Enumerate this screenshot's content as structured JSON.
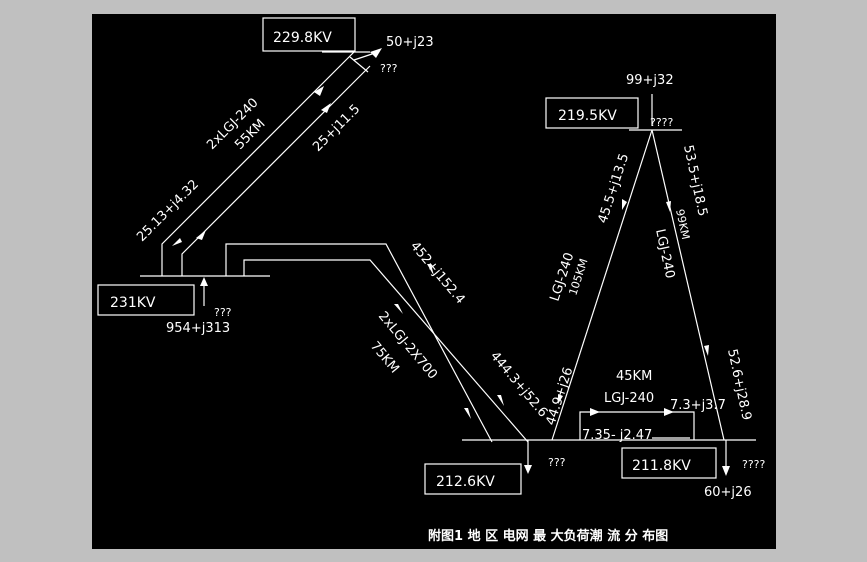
{
  "buses": {
    "b1": "229.8KV",
    "b2": "219.5KV",
    "b3": "231KV",
    "b4": "212.6KV",
    "b5": "211.8KV"
  },
  "flows": {
    "f_top_load": "50+j23",
    "f_top_q": "???",
    "f_line1_a": "25.13+j4.32",
    "f_line1_name": "2xLGJ-240",
    "f_line1_len": "55KM",
    "f_line1_b": "25+j11.5",
    "f_gen231": "954+j313",
    "f_gen231_q": "???",
    "f_line2_a": "452+j152.4",
    "f_line2_name": "2xLGJ-2X700",
    "f_line2_len": "75KM",
    "f_line2_b": "444.3+j52.6",
    "f_load212_q": "???",
    "f_b2_load": "99+j32",
    "f_b2_q": "????",
    "f_line3_a": "45.5+j13.5",
    "f_line3_name": "LGJ-240",
    "f_line3_len": "105KM",
    "f_line3_b": "44.9+j26",
    "f_line4_a": "53.5+j18.5",
    "f_line4_len": "99KM",
    "f_line4_name": "LGJ-240",
    "f_line4_b": "52.6+j28.9",
    "f_line5_len": "45KM",
    "f_line5_name": "LGJ-240",
    "f_line5_a": "7.3+j3.7",
    "f_line5_b": "7.35- j2.47",
    "f_b5_load": "60+j26",
    "f_b5_q": "????"
  },
  "caption": "附图1   地 区 电网 最 大负荷潮 流 分 布图"
}
